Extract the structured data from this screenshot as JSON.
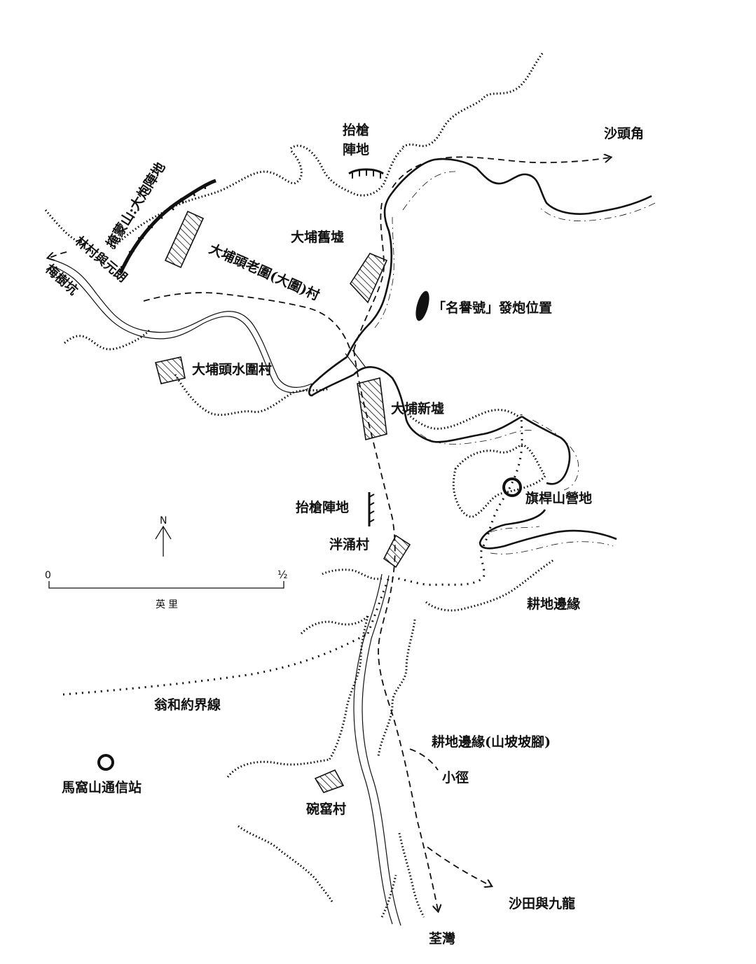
{
  "labels": {
    "shatoujiao": "沙頭角",
    "taiqiang_north_1": "抬槍",
    "taiqiang_north_2": "陣地",
    "cannon_hill": "掩蒙山:大炮陣地",
    "lincun": "林村與元朗",
    "meishukeng": "梅樹坑",
    "old_market": "大埔舊墟",
    "old_village": "大埔頭老圍(大圍)村",
    "gunboat_position": "「名譽號」發炮位置",
    "shuiwei_village": "大埔頭水圍村",
    "new_market": "大埔新墟",
    "flagpole_camp": "旗桿山營地",
    "taiqiang_south": "抬槍陣地",
    "yangyong_village": "泮涌村",
    "field_edge": "耕地邊緣",
    "scale_zero": "0",
    "scale_half": "½",
    "scale_unit": "英里",
    "north": "N",
    "wengho_line": "翁和約界線",
    "field_edge_slope": "耕地邊緣(山坡坡腳)",
    "footpath": "小徑",
    "mawoshan": "馬窩山通信站",
    "wanyao_village": "碗窰村",
    "shatin_kowloon": "沙田與九龍",
    "tsuenwan": "荃灣"
  },
  "colors": {
    "ink": "#111111",
    "paper": "#ffffff"
  },
  "icons": {
    "north_arrow": "north-arrow-icon",
    "gunboat": "gunboat-marker-icon",
    "camp": "camp-ring-icon",
    "station": "signal-station-icon"
  }
}
